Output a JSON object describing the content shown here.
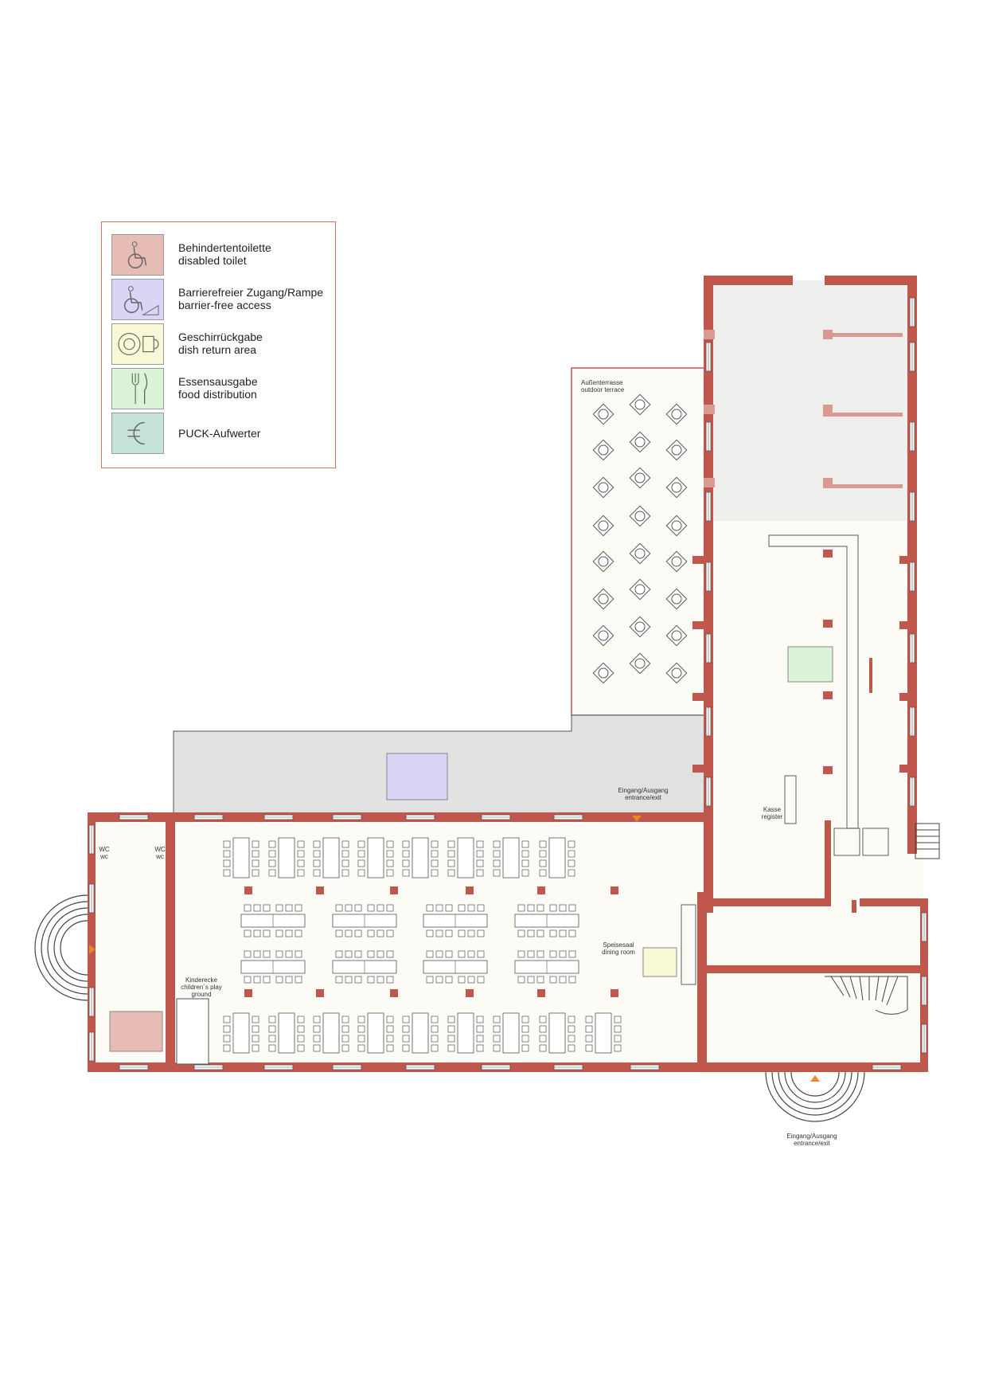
{
  "legend": {
    "items": [
      {
        "de": "Behindertentoilette",
        "en": "disabled toilet",
        "color": "#e7bcb5",
        "icon": "wheelchair-icon"
      },
      {
        "de": "Barrierefreier Zugang/Rampe",
        "en": "barrier-free access",
        "color": "#d9d5f5",
        "icon": "wheelchair-ramp-icon"
      },
      {
        "de": "Geschirrückgabe",
        "en": "dish return area",
        "color": "#f9f9d8",
        "icon": "plate-cup-icon"
      },
      {
        "de": "Essensausgabe",
        "en": "food distribution",
        "color": "#dbf4d7",
        "icon": "fork-knife-icon"
      },
      {
        "de": "PUCK-Aufwerter",
        "en": "",
        "color": "#c6e3d9",
        "icon": "euro-icon"
      }
    ]
  },
  "labels": {
    "terrace_de": "Außenterrasse",
    "terrace_en": "outdoor terrace",
    "entrance_de": "Eingang/Ausgang",
    "entrance_en": "entrance/exit",
    "register_de": "Kasse",
    "register_en": "register",
    "dining_de": "Speisesaal",
    "dining_en": "dining room",
    "kids_de": "Kinderecke",
    "kids_en1": "children´s play",
    "kids_en2": "ground",
    "wc_de": "WC",
    "wc_en": "wc",
    "main_entrance_de": "Eingang/Ausgang",
    "main_entrance_en": "entrance/exit"
  },
  "colors": {
    "wall": "#c0574c",
    "floor": "#fdfbf6",
    "gray_area": "#e1e1e1",
    "upper_gray": "#efefee",
    "entrance_marker": "#e5892b"
  }
}
